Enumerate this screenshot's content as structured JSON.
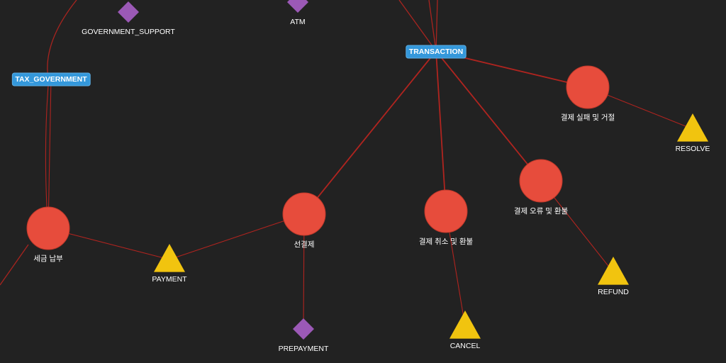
{
  "graph": {
    "colors": {
      "background": "#222222",
      "circle": "#e74c3c",
      "triangle": "#f1c40f",
      "diamond": "#9b59b6",
      "tag": "#3498db",
      "edge": "#c0251f"
    },
    "nodes": {
      "transaction": {
        "label": "TRANSACTION",
        "shape": "tag"
      },
      "tax_gov": {
        "label": "TAX_GOVERNMENT",
        "shape": "tag"
      },
      "gov_support": {
        "label": "GOVERNMENT_SUPPORT",
        "shape": "diamond"
      },
      "atm": {
        "label": "ATM",
        "shape": "diamond"
      },
      "pay_fail": {
        "label": "결제 실패 및 거절",
        "shape": "circle"
      },
      "resolve": {
        "label": "RESOLVE",
        "shape": "triangle"
      },
      "pay_error": {
        "label": "결제 오류 및 환불",
        "shape": "circle"
      },
      "refund": {
        "label": "REFUND",
        "shape": "triangle"
      },
      "pay_cancel": {
        "label": "결제 취소 및 환불",
        "shape": "circle"
      },
      "cancel": {
        "label": "CANCEL",
        "shape": "triangle"
      },
      "prepay_kr": {
        "label": "선결제",
        "shape": "circle"
      },
      "prepayment": {
        "label": "PREPAYMENT",
        "shape": "diamond"
      },
      "tax_payment": {
        "label": "세금 납부",
        "shape": "circle"
      },
      "payment": {
        "label": "PAYMENT",
        "shape": "triangle"
      }
    },
    "edges": [
      [
        "transaction",
        "pay_fail"
      ],
      [
        "transaction",
        "pay_error"
      ],
      [
        "transaction",
        "pay_cancel"
      ],
      [
        "transaction",
        "prepay_kr"
      ],
      [
        "pay_fail",
        "resolve"
      ],
      [
        "pay_error",
        "refund"
      ],
      [
        "pay_cancel",
        "cancel"
      ],
      [
        "prepay_kr",
        "prepayment"
      ],
      [
        "prepay_kr",
        "payment"
      ],
      [
        "tax_payment",
        "payment"
      ],
      [
        "tax_payment",
        "tax_gov"
      ]
    ]
  }
}
